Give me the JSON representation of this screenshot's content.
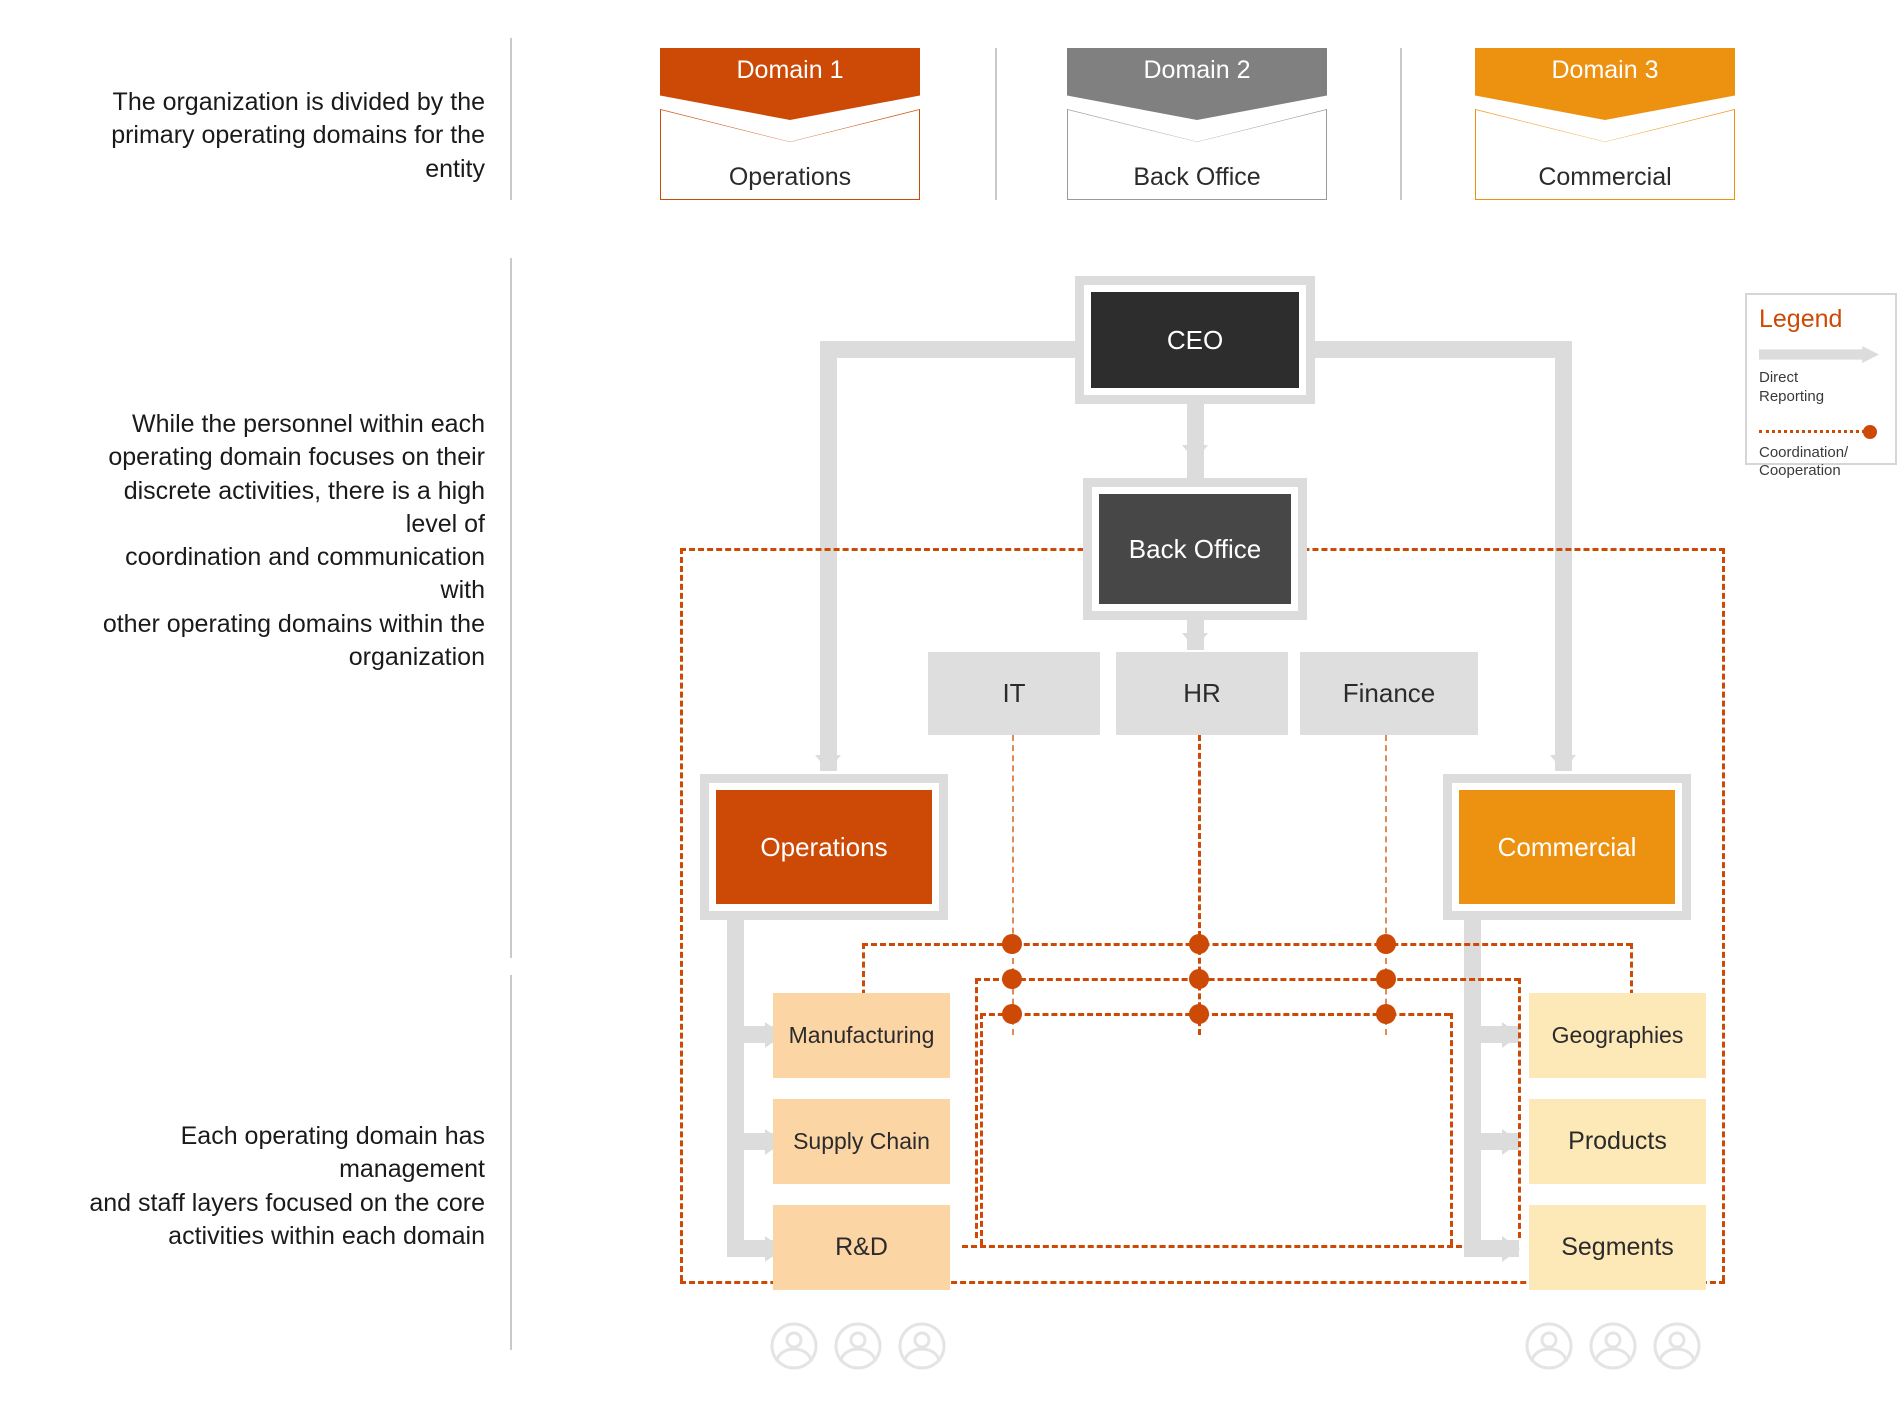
{
  "narratives": [
    {
      "id": "top",
      "text": "The organization is divided by the\nprimary operating domains for the entity"
    },
    {
      "id": "middle",
      "text": "While the personnel within each\noperating domain focuses on their\ndiscrete activities, there is a high level of\ncoordination and communication with\nother operating domains within the\norganization"
    },
    {
      "id": "bottom",
      "text": "Each operating domain has management\nand staff layers focused on the core\nactivities within each domain"
    }
  ],
  "domains": [
    {
      "tag": "Domain 1",
      "label": "Operations",
      "color": "#cc4a06"
    },
    {
      "tag": "Domain 2",
      "label": "Back Office",
      "color": "#808080"
    },
    {
      "tag": "Domain 3",
      "label": "Commercial",
      "color": "#ed9111"
    }
  ],
  "chart_data": {
    "type": "diagram",
    "title": "Operating domain organization chart",
    "nodes": [
      {
        "id": "ceo",
        "label": "CEO",
        "level": 1,
        "fill": "#2d2d2d",
        "text": "#ffffff",
        "style": "framed"
      },
      {
        "id": "back_office",
        "label": "Back Office",
        "level": 2,
        "fill": "#474747",
        "text": "#ffffff",
        "style": "framed"
      },
      {
        "id": "it",
        "label": "IT",
        "level": 3,
        "fill": "#dedede",
        "text": "#2b2b2b",
        "style": "flat"
      },
      {
        "id": "hr",
        "label": "HR",
        "level": 3,
        "fill": "#dedede",
        "text": "#2b2b2b",
        "style": "flat"
      },
      {
        "id": "finance",
        "label": "Finance",
        "level": 3,
        "fill": "#dedede",
        "text": "#2b2b2b",
        "style": "flat"
      },
      {
        "id": "operations",
        "label": "Operations",
        "level": 4,
        "fill": "#cc4a06",
        "text": "#ffffff",
        "style": "framed"
      },
      {
        "id": "commercial",
        "label": "Commercial",
        "level": 4,
        "fill": "#ed9111",
        "text": "#ffffff",
        "style": "framed"
      },
      {
        "id": "manufacturing",
        "label": "Manufacturing",
        "level": 5,
        "fill": "#fcd5a5",
        "text": "#2b2b2b",
        "style": "flat"
      },
      {
        "id": "supply_chain",
        "label": "Supply Chain",
        "level": 5,
        "fill": "#fcd5a5",
        "text": "#2b2b2b",
        "style": "flat"
      },
      {
        "id": "rnd",
        "label": "R&D",
        "level": 5,
        "fill": "#fcd5a5",
        "text": "#2b2b2b",
        "style": "flat"
      },
      {
        "id": "geographies",
        "label": "Geographies",
        "level": 5,
        "fill": "#fde8b8",
        "text": "#2b2b2b",
        "style": "flat"
      },
      {
        "id": "products",
        "label": "Products",
        "level": 5,
        "fill": "#fde8b8",
        "text": "#2b2b2b",
        "style": "flat"
      },
      {
        "id": "segments",
        "label": "Segments",
        "level": 5,
        "fill": "#fde8b8",
        "text": "#2b2b2b",
        "style": "flat"
      }
    ],
    "edges": [
      {
        "from": "ceo",
        "to": "back_office",
        "type": "direct_reporting"
      },
      {
        "from": "ceo",
        "to": "operations",
        "type": "direct_reporting"
      },
      {
        "from": "ceo",
        "to": "commercial",
        "type": "direct_reporting"
      },
      {
        "from": "back_office",
        "to": "it",
        "type": "direct_reporting"
      },
      {
        "from": "back_office",
        "to": "hr",
        "type": "direct_reporting"
      },
      {
        "from": "back_office",
        "to": "finance",
        "type": "direct_reporting"
      },
      {
        "from": "operations",
        "to": "manufacturing",
        "type": "direct_reporting"
      },
      {
        "from": "operations",
        "to": "supply_chain",
        "type": "direct_reporting"
      },
      {
        "from": "operations",
        "to": "rnd",
        "type": "direct_reporting"
      },
      {
        "from": "commercial",
        "to": "geographies",
        "type": "direct_reporting"
      },
      {
        "from": "commercial",
        "to": "products",
        "type": "direct_reporting"
      },
      {
        "from": "commercial",
        "to": "segments",
        "type": "direct_reporting"
      },
      {
        "from": "it",
        "to": "operations_commercial_staff",
        "type": "coordination"
      },
      {
        "from": "hr",
        "to": "operations_commercial_staff",
        "type": "coordination"
      },
      {
        "from": "finance",
        "to": "operations_commercial_staff",
        "type": "coordination"
      }
    ],
    "coordination_matrix": {
      "columns": [
        "IT",
        "HR",
        "Finance"
      ],
      "rows": [
        "Manufacturing / Geographies",
        "Supply Chain / Products",
        "R&D / Segments"
      ],
      "junction_count": 9
    },
    "legend_position": "right"
  },
  "legend": {
    "title": "Legend",
    "items": [
      {
        "key": "direct-reporting",
        "label": "Direct\nReporting",
        "symbol": "arrow-ribbon",
        "color": "#dcdcdc"
      },
      {
        "key": "coordination",
        "label": "Coordination/\nCooperation",
        "symbol": "dashed-dot-line",
        "color": "#cc4a06"
      }
    ]
  },
  "avatars": {
    "left_count": 3,
    "right_count": 3,
    "icon": "person-icon",
    "color": "#e4e4e4"
  },
  "colors": {
    "accent_orange": "#cc4a06",
    "accent_amber": "#ed9111",
    "gray": "#808080",
    "connector": "#dcdcdc",
    "dark_node": "#2d2d2d",
    "mid_node": "#474747"
  }
}
